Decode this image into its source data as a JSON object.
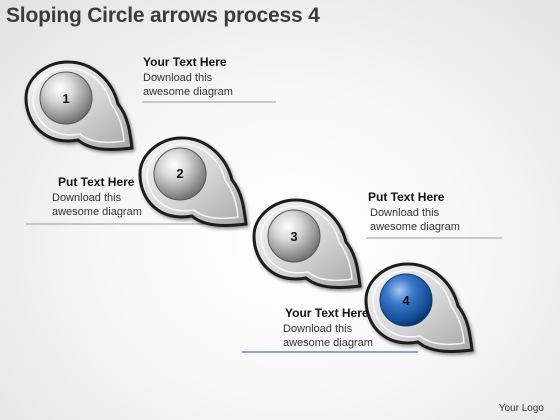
{
  "title": "Sloping Circle arrows process 4",
  "colors": {
    "accent_blue": "#1f5fa8",
    "rule_gray": "#9a9a9a",
    "rule_blue": "#3f73b3"
  },
  "steps": [
    {
      "number": "1",
      "heading": "Your Text Here",
      "body": [
        "Download this",
        "awesome diagram"
      ],
      "color": "gray"
    },
    {
      "number": "2",
      "heading": "Put Text Here",
      "body": [
        "Download this",
        "awesome diagram"
      ],
      "color": "gray"
    },
    {
      "number": "3",
      "heading": "Put Text Here",
      "body": [
        "Download this",
        "awesome diagram"
      ],
      "color": "gray"
    },
    {
      "number": "4",
      "heading": "Your Text Here",
      "body": [
        "Download this",
        "awesome diagram"
      ],
      "color": "blue"
    }
  ],
  "footer": {
    "logo": "Your Logo"
  }
}
